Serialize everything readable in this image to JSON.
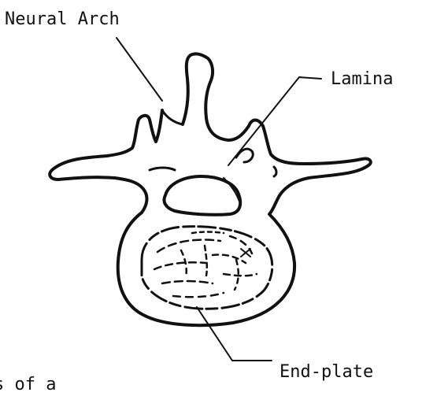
{
  "labels": {
    "neural_arch": "Neural Arch",
    "lamina": "Lamina",
    "end_plate": "End-plate",
    "cut_text": "s of a"
  },
  "colors": {
    "ink": "#111111",
    "background": "#ffffff"
  }
}
